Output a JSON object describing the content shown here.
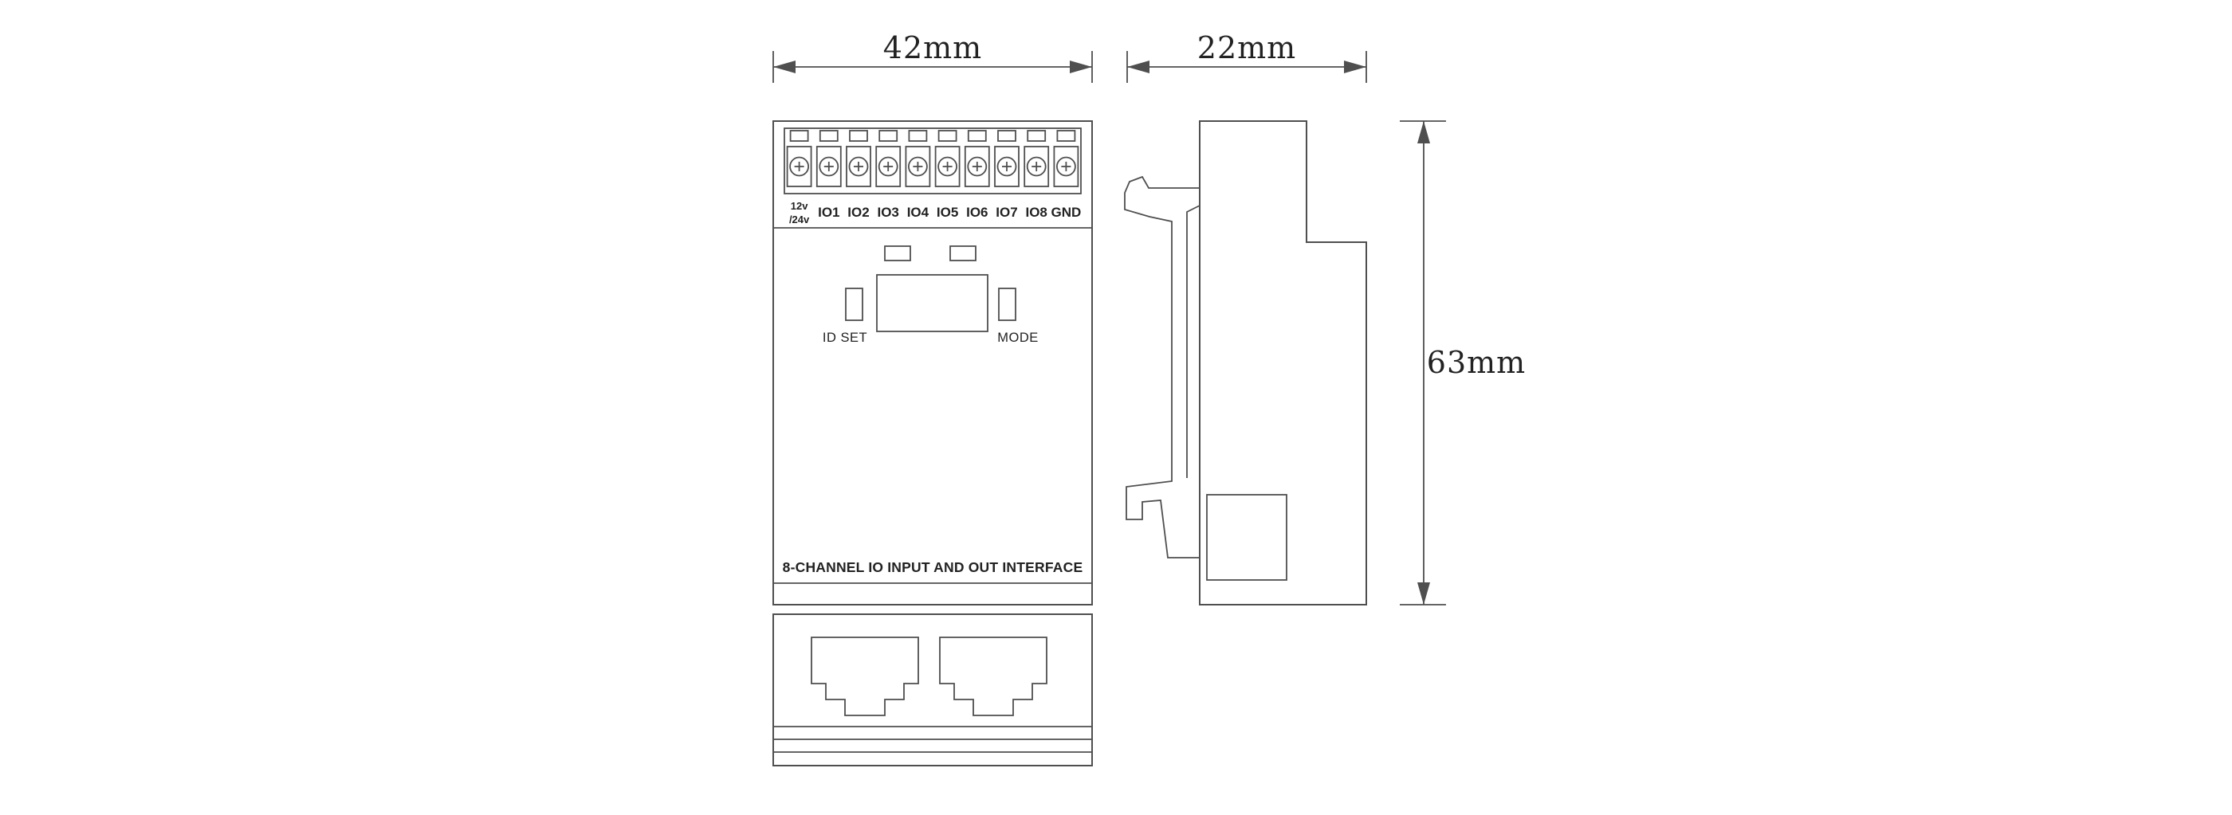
{
  "drawing": {
    "dimensions": {
      "front_width": "42mm",
      "side_depth": "22mm",
      "side_height": "63mm"
    },
    "front_view": {
      "power_label": [
        "12v",
        "/24v"
      ],
      "terminal_count": 10,
      "terminal_labels": [
        "IO1",
        "IO2",
        "IO3",
        "IO4",
        "IO5",
        "IO6",
        "IO7",
        "IO8",
        "GND"
      ],
      "id_set_label": "ID SET",
      "mode_label": "MODE",
      "bottom_label": "8-CHANNEL IO INPUT AND OUT INTERFACE"
    },
    "colors": {
      "line": "#4f4f4f",
      "text": "#222222",
      "background": "#ffffff"
    }
  }
}
